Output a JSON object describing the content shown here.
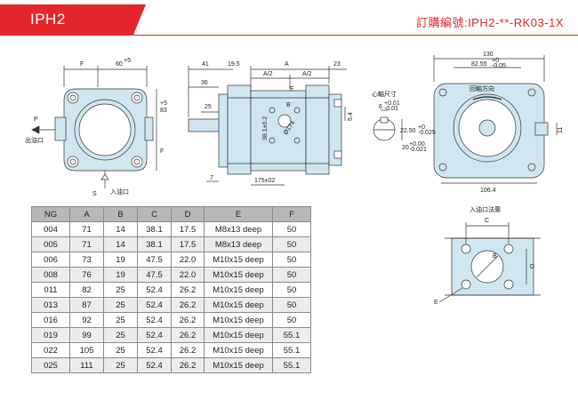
{
  "header": {
    "model": "IPH2",
    "order_code": "訂購編號:IPH2-**-RK03-1X"
  },
  "drawing": {
    "front": {
      "dim_f": "F",
      "dim_60": "60",
      "dim_60_tol": "+5",
      "dim_83": "83",
      "dim_83_tol": "+5",
      "dim_f_side": "F",
      "port_p": "P",
      "port_s": "S",
      "outlet": "出油口",
      "inlet": "入油口"
    },
    "side": {
      "d41": "41",
      "d195": "19.5",
      "dA": "A",
      "dA2a": "A/2",
      "dA2b": "A/2",
      "d23": "23",
      "d36": "36",
      "d25": "25",
      "dE": "E",
      "dB": "B",
      "d381": "38.1±0.2",
      "d174": "Ø174",
      "d54": "5.4",
      "d7": "7",
      "d175": "175±02"
    },
    "shaft": {
      "title": "心軸尺寸",
      "d6": "6",
      "d6_tol_up": "+0.01",
      "d6_tol_dn": "-0.01",
      "d2250": "22.50",
      "d2250_tol_up": "+0",
      "d2250_tol_dn": "-0.025",
      "d20": "20",
      "d20_tol_up": "+0.00",
      "d20_tol_dn": "-0.021"
    },
    "rear": {
      "d130": "130",
      "d8255": "82.55",
      "d8255_tol_up": "+0",
      "d8255_tol_dn": "-0.05",
      "rotation": "回軸方向",
      "d11": "11",
      "d1064": "106.4"
    }
  },
  "table": {
    "headers": [
      "NG",
      "A",
      "B",
      "C",
      "D",
      "E",
      "F"
    ],
    "rows": [
      [
        "004",
        "71",
        "14",
        "38.1",
        "17.5",
        "M8x13 deep",
        "50"
      ],
      [
        "005",
        "71",
        "14",
        "38.1",
        "17.5",
        "M8x13 deep",
        "50"
      ],
      [
        "006",
        "73",
        "19",
        "47.5",
        "22.0",
        "M10x15 deep",
        "50"
      ],
      [
        "008",
        "76",
        "19",
        "47.5",
        "22.0",
        "M10x15 deep",
        "50"
      ],
      [
        "011",
        "82",
        "25",
        "52.4",
        "26.2",
        "M10x15 deep",
        "50"
      ],
      [
        "013",
        "87",
        "25",
        "52.4",
        "26.2",
        "M10x15 deep",
        "50"
      ],
      [
        "016",
        "92",
        "25",
        "52.4",
        "26.2",
        "M10x15 deep",
        "50"
      ],
      [
        "019",
        "99",
        "25",
        "52.4",
        "26.2",
        "M10x15 deep",
        "55.1"
      ],
      [
        "022",
        "105",
        "25",
        "52.4",
        "26.2",
        "M10x15 deep",
        "55.1"
      ],
      [
        "025",
        "111",
        "25",
        "52.4",
        "26.2",
        "M10x15 deep",
        "55.1"
      ]
    ]
  },
  "flange": {
    "title": "入油口法蘭",
    "dC": "C",
    "dB": "B",
    "dD": "D",
    "dE": "E"
  },
  "colors": {
    "accent": "#e3262c",
    "body_fill": "#cfe6f0",
    "line": "#333333",
    "table_header": "#b8b8b8"
  }
}
